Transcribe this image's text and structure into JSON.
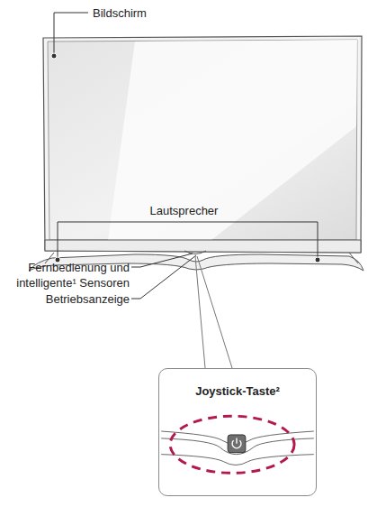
{
  "diagram": {
    "nodes": [
      {
        "text": [
          "Joystick-Taste²"
        ]
      }
    ],
    "labels": [
      "Bildschirm",
      "Lautsprecher",
      "Fernbedienung und intelligente¹ Sensoren",
      "Betriebsanzeige"
    ]
  }
}
